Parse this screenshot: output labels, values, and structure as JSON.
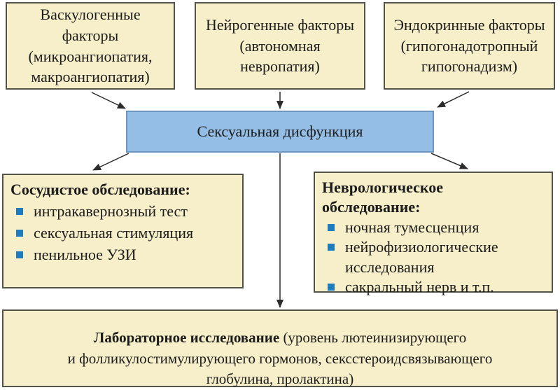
{
  "colors": {
    "factor_box_fill": "#f7efc9",
    "factor_box_border": "#53534a",
    "dysfunction_box_fill": "#94bee5",
    "dysfunction_box_border": "#6e96c2",
    "bullet": "#1e7cbe",
    "arrow": "#2b2b2b",
    "text": "#1c1c1c",
    "background": "#ffffff"
  },
  "boxes": {
    "vasculogenic": {
      "label": "Васкулогенные\nфакторы\n(микроангиопатия,\nмакроангиопатия)"
    },
    "neurogenic": {
      "label": "Нейрогенные факторы\n(автономная\nневропатия)"
    },
    "endocrine": {
      "label": "Эндокринные факторы\n(гипогонадотропный\nгипогонадизм)"
    },
    "dysfunction": {
      "label": "Сексуальная дисфункция"
    },
    "vascular_exam": {
      "title": "Сосудистое обследование:",
      "items": [
        "интракавернозный тест",
        "сексуальная стимуляция",
        "пенильное УЗИ"
      ]
    },
    "neuro_exam": {
      "title": "Неврологическое\nобследование:",
      "items": [
        "ночная тумесценция",
        "нейрофизиологические\nисследования",
        "сакральный нерв и т.п."
      ]
    },
    "lab": {
      "title": "Лабораторное исследование",
      "rest": " (уровень лютеинизирующего\nи фолликулостимулирующего гормонов, сексстероидсвязывающего\nглобулина, пролактина)"
    }
  }
}
